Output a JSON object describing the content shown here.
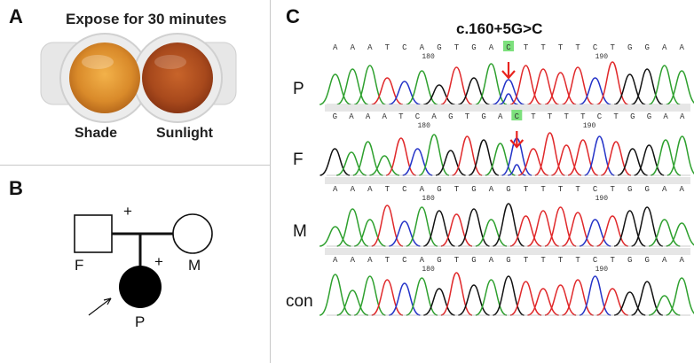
{
  "panels": {
    "A": {
      "label": "A",
      "title": "Expose for 30 minutes",
      "captions": [
        "Shade",
        "Sunlight"
      ]
    },
    "B": {
      "label": "B",
      "members": {
        "father": "F",
        "mother": "M",
        "proband": "P"
      },
      "carrier_mark": "+"
    },
    "C": {
      "label": "C",
      "mutation": "c.160+5G>C",
      "rows": [
        {
          "label": "P",
          "sequence": "A A A T C A G T G A C T T T T C T G G A A",
          "highlight_index": 10,
          "pos1": "180",
          "pos2": "190"
        },
        {
          "label": "F",
          "sequence": "G A A A T C A G T G A C T T T T C T G G A A",
          "highlight_index": 11,
          "pos1": "180",
          "pos2": "190"
        },
        {
          "label": "M",
          "sequence": "A A A T C A G T G A G T T T T C T G G A A",
          "highlight_index": -1,
          "pos1": "180",
          "pos2": "190"
        },
        {
          "label": "con",
          "sequence": "A A A T C A G T G A G T T T T C T G G A A",
          "highlight_index": -1,
          "pos1": "180",
          "pos2": "190"
        }
      ]
    }
  },
  "colors": {
    "A": "#2ea02e",
    "T": "#e0282a",
    "G": "#111111",
    "C": "#2433c8",
    "highlight": "#7de07d",
    "arrow": "#e8231e"
  }
}
